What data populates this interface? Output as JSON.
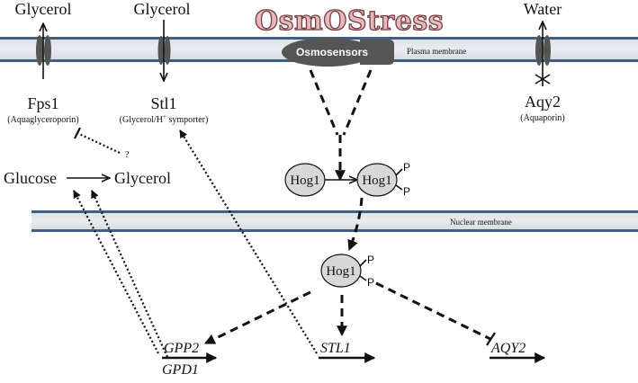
{
  "title": "OsmOStress",
  "membranes": {
    "plasma": "Plasma membrane",
    "nuclear": "Nuclear membrane"
  },
  "transport": {
    "glycerol_out": "Glycerol",
    "glycerol_in": "Glycerol",
    "water": "Water"
  },
  "proteins": {
    "fps1": {
      "name": "Fps1",
      "desc": "(Aquaglyceroporin)"
    },
    "stl1": {
      "name": "Stl1",
      "desc_pre": "(Glycerol/H",
      "desc_sup": "+",
      "desc_post": " symporter)"
    },
    "aqy2": {
      "name": "Aqy2",
      "desc": "(Aquaporin)"
    },
    "sensor": "Osmosensors",
    "hog1_cyto": "Hog1",
    "hog1_phos": "Hog1",
    "hog1_nuc": "Hog1",
    "phospho": [
      "P",
      "P",
      "P",
      "P"
    ]
  },
  "reaction": {
    "substrate": "Glucose",
    "product": "Glycerol",
    "unknown": "?"
  },
  "genes": {
    "gpp2": "GPP2",
    "gpd1": "GPD1",
    "stl1": "STL1",
    "aqy2": "AQY2"
  }
}
